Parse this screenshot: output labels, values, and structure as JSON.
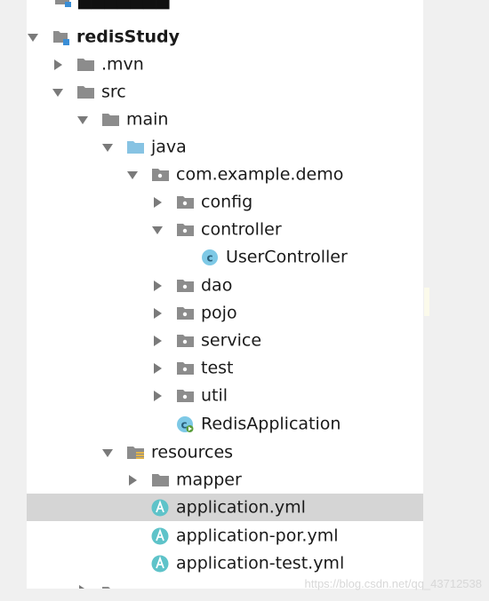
{
  "tree": {
    "root": "redisStudy",
    "mvn": ".mvn",
    "src": "src",
    "main": "main",
    "java": "java",
    "package": "com.example.demo",
    "config": "config",
    "controller": "controller",
    "user_controller": "UserController",
    "dao": "dao",
    "pojo": "pojo",
    "service": "service",
    "test": "test",
    "util": "util",
    "redis_application": "RedisApplication",
    "resources": "resources",
    "mapper": "mapper",
    "application_yml": "application.yml",
    "application_por_yml": "application-por.yml",
    "application_test_yml": "application-test.yml"
  },
  "colors": {
    "selected_row": "#d5d5d5",
    "folder": "#8c8c8c",
    "source_folder": "#87c3e3",
    "spring_icon": "#5ec3c9",
    "class_icon": "#7ec9e6"
  },
  "icons": {
    "expanded": "triangle-down",
    "collapsed": "triangle-right",
    "folder": "folder-icon",
    "package": "package-icon",
    "class": "java-class-icon",
    "spring_config": "spring-yml-icon"
  },
  "watermark": "https://blog.csdn.net/qq_43712538"
}
